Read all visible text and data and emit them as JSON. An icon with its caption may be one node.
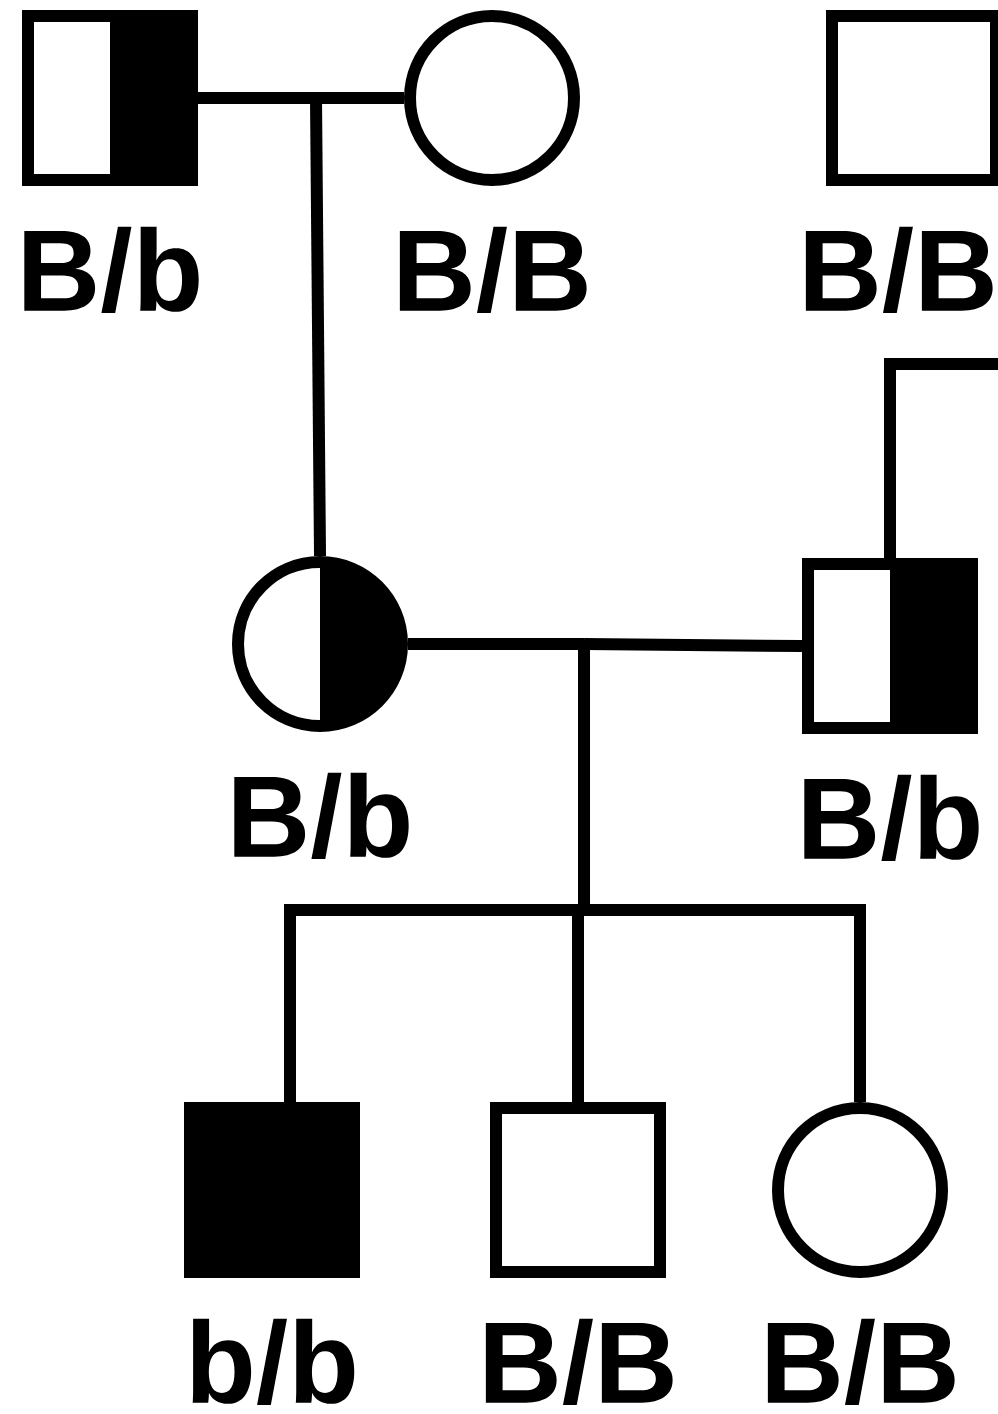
{
  "diagram": {
    "nodes": [
      {
        "text": [
          "B/b"
        ]
      },
      {
        "text": [
          "B/B"
        ]
      },
      {
        "text": [
          "B/B"
        ]
      },
      {
        "text": [
          "B/b"
        ]
      },
      {
        "text": [
          "B/b"
        ]
      },
      {
        "text": [
          "b/b"
        ]
      },
      {
        "text": [
          "B/B"
        ]
      },
      {
        "text": [
          "B/B"
        ]
      }
    ],
    "edges": [
      {
        "from": 0,
        "to": 3,
        "arrow": "none"
      },
      {
        "from": 1,
        "to": 3,
        "arrow": "none"
      },
      {
        "from": null,
        "to": 4,
        "arrow": "none"
      },
      {
        "from": 3,
        "to": 5,
        "arrow": "none"
      },
      {
        "from": 4,
        "to": 5,
        "arrow": "none"
      },
      {
        "from": 3,
        "to": 6,
        "arrow": "none"
      },
      {
        "from": 4,
        "to": 6,
        "arrow": "none"
      },
      {
        "from": 3,
        "to": 7,
        "arrow": "none"
      },
      {
        "from": 4,
        "to": 7,
        "arrow": "none"
      }
    ]
  }
}
